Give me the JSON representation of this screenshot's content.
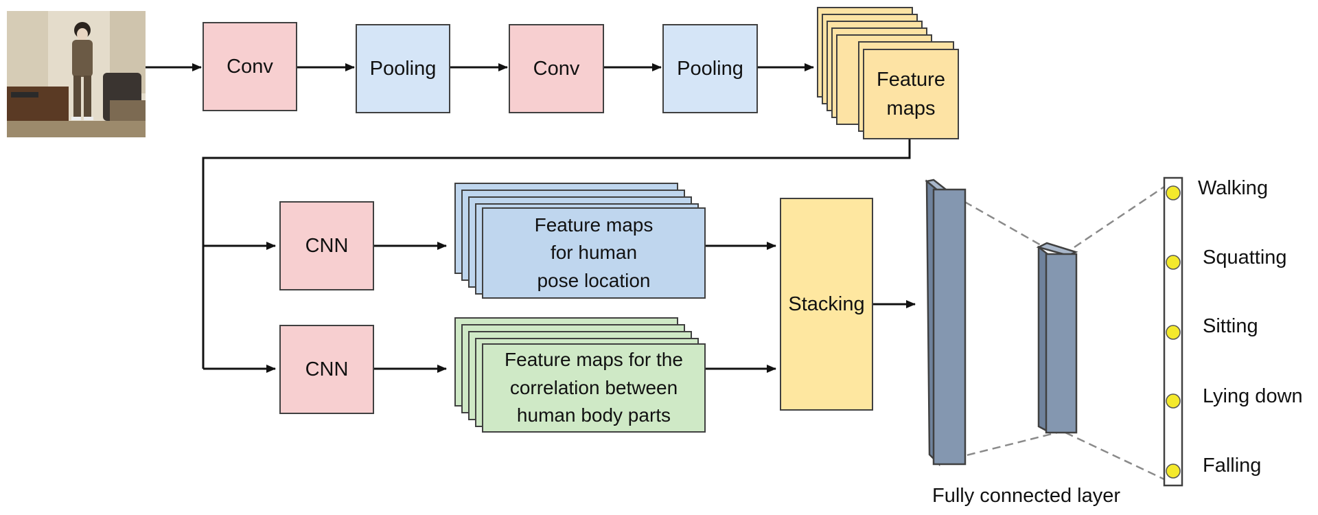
{
  "input_image": {
    "icon": "person-in-living-room-photo"
  },
  "top_row": {
    "conv1": "Conv",
    "pool1": "Pooling",
    "conv2": "Conv",
    "pool2": "Pooling",
    "feature_maps": [
      "Feature",
      "maps"
    ]
  },
  "branch_pose": {
    "cnn": "CNN",
    "maps": [
      "Feature maps",
      "for human",
      "pose location"
    ]
  },
  "branch_corr": {
    "cnn": "CNN",
    "maps": [
      "Feature maps for the",
      "correlation between",
      "human body parts"
    ]
  },
  "stacking": "Stacking",
  "fc_label": "Fully connected layer",
  "outputs": [
    "Walking",
    "Squatting",
    "Sitting",
    "Lying down",
    "Falling"
  ],
  "colors": {
    "conv": "#f7cfd0",
    "pooling": "#d5e5f7",
    "feature_maps": "#fde3a4",
    "pose_maps": "#bfd6ee",
    "corr_maps": "#cfe9c6",
    "stacking": "#fee7a0",
    "fc_layer": "#8497b0",
    "output_node": "#f4e92c"
  }
}
